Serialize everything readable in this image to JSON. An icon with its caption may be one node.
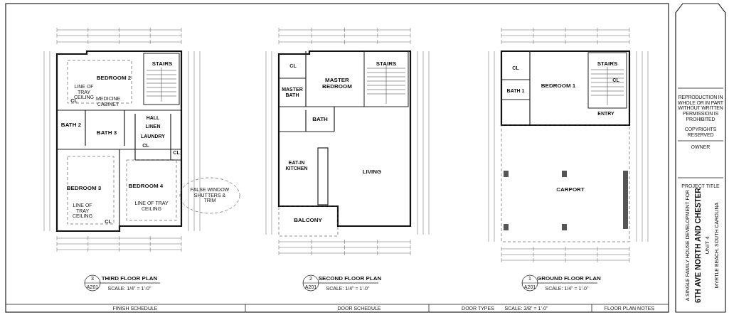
{
  "diagram": {
    "labels": [
      "BEDROOM 2",
      "LINE OF TRAY CEILING",
      "STAIRS",
      "MEDICINE CABINET",
      "CL",
      "BATH 2",
      "BATH 3",
      "HALL",
      "LINEN",
      "LAUNDRY",
      "CL",
      "CL",
      "BEDROOM 3",
      "LINE OF TRAY CEILING",
      "CL",
      "BEDROOM 4",
      "LINE OF TRAY CEILING",
      "FALSE WINDOW SHUTTERS & TRIM",
      "CL",
      "MASTER BEDROOM",
      "STAIRS",
      "MASTER BATH",
      "BATH",
      "EAT-IN KITCHEN",
      "LIVING",
      "BALCONY",
      "CL",
      "BEDROOM 1",
      "STAIRS",
      "BATH 1",
      "CL",
      "ENTRY",
      "CARPORT",
      "3",
      "A201",
      "THIRD FLOOR PLAN",
      "SCALE: 1/4\" = 1'-0\"",
      "2",
      "A201",
      "SECOND FLOOR PLAN",
      "SCALE: 1/4\" = 1'-0\"",
      "1",
      "A201",
      "GROUND FLOOR PLAN",
      "SCALE: 1/4\" = 1'-0\"",
      "FINISH SCHEDULE",
      "DOOR SCHEDULE",
      "DOOR TYPES",
      "SCALE: 3/8\" = 1'-0\"",
      "FLOOR PLAN NOTES",
      "REPRODUCTION IN WHOLE OR IN PART WITHOUT WRITTEN PERMISSION IS PROHIBITED",
      "COPYRIGHTS RESERVED",
      "OWNER",
      "PROJECT TITLE",
      "A SINGLE FAMILY HOUSE DEVELOPMENT FOR",
      "6TH AVE NORTH AND CHESTER",
      "UNIT 4",
      "MYRTLE BEACH, SOUTH CAROLINA"
    ]
  }
}
